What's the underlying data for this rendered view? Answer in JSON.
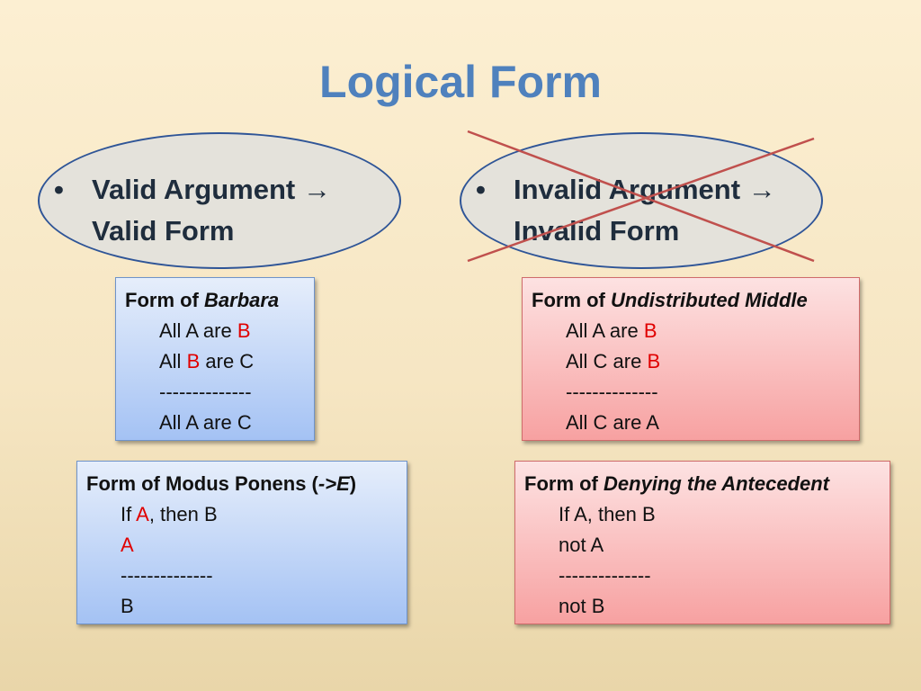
{
  "slide": {
    "title": "Logical Form"
  },
  "valid": {
    "bullet": "•",
    "line1": "Valid Argument",
    "arrow": "→",
    "line2": "Valid Form"
  },
  "invalid": {
    "bullet": "•",
    "line1": "Invalid Argument",
    "arrow": "→",
    "line2": "Invalid Form"
  },
  "barbara": {
    "prefix": "Form of",
    "name": "Barbara",
    "line1": {
      "a": "All A are",
      "b": "B"
    },
    "line2": {
      "a": "All",
      "b": "B",
      "c": "are C"
    },
    "separator": "--------------",
    "conclusion": "All A are C"
  },
  "undistributed": {
    "prefix": "Form of",
    "name": "Undistributed Middle",
    "line1": {
      "a": "All A are",
      "b": "B"
    },
    "line2": {
      "a": "All C are",
      "b": "B"
    },
    "separator": "--------------",
    "conclusion": "All C are A"
  },
  "modus_ponens": {
    "prefix": "Form of Modus Ponens (",
    "op": "->",
    "op_letter": "E",
    "close": ")",
    "line1": {
      "a": "If",
      "b": "A",
      "c": ", then B"
    },
    "line2": "A",
    "separator": "--------------",
    "conclusion": "B"
  },
  "denying": {
    "prefix": "Form of",
    "name": "Denying the Antecedent",
    "line1": "If A, then B",
    "line2": "not A",
    "separator": "--------------",
    "conclusion": "not B"
  },
  "colors": {
    "title": "#4f81bd",
    "highlight": "#e00000",
    "cross": "#c0504d",
    "oval_border": "#2f5597"
  }
}
